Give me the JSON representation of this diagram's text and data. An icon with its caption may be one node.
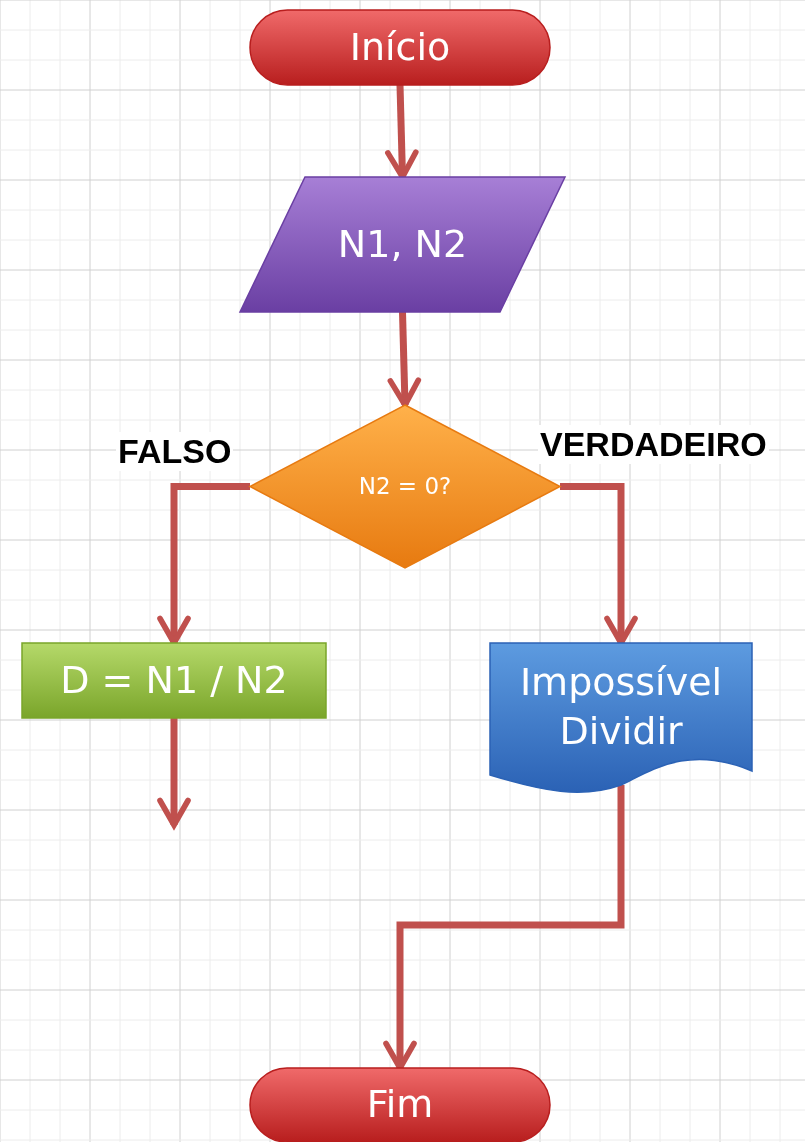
{
  "diagram": {
    "nodes": [
      {
        "text": [
          "Início"
        ]
      },
      {
        "text": [
          "N1, N2"
        ]
      },
      {
        "text": [
          "N2 = 0?"
        ]
      },
      {
        "text": [
          "D = N1 / N2"
        ]
      },
      {
        "text": [
          "Impossível Dividir"
        ]
      },
      {
        "text": [
          "Fim"
        ]
      }
    ],
    "edges": [
      {
        "from": 0,
        "to": 1,
        "arrow": "to"
      },
      {
        "from": 1,
        "to": 2,
        "arrow": "to"
      },
      {
        "from": 2,
        "to": 3,
        "arrow": "to",
        "label": "FALSO"
      },
      {
        "from": 2,
        "to": 4,
        "arrow": "to",
        "label": "VERDADEIRO"
      },
      {
        "from": 3,
        "to": null,
        "arrow": "to"
      },
      {
        "from": 4,
        "to": 5,
        "arrow": "to"
      }
    ]
  }
}
